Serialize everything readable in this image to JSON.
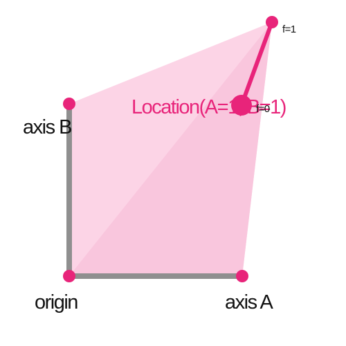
{
  "colors": {
    "background": "#ffffff",
    "fill_outer": "#fcd4e6",
    "fill_inner": "#f9c6dd",
    "accent": "#e8247a",
    "axis_line": "#8f8f8f",
    "text_dark": "#111111"
  },
  "labels": {
    "origin": "origin",
    "axis_a": "axis A",
    "axis_b": "axis B",
    "location": "Location(A=1, B=1)",
    "f_zero": "f=0",
    "f_one": "f=1"
  }
}
